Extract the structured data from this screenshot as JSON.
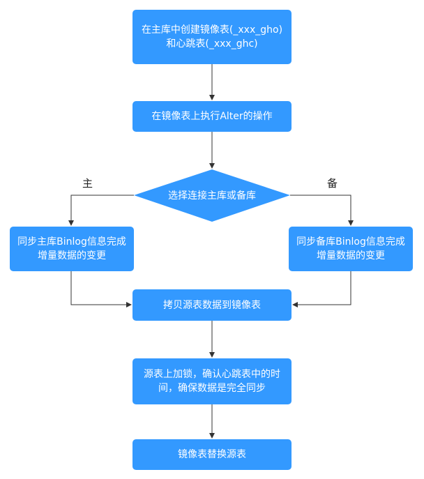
{
  "nodes": {
    "create": "在主库中创建镜像表(_xxx_gho)和心跳表(_xxx_ghc)",
    "alter": "在镜像表上执行Alter的操作",
    "choose": "选择连接主库或备库",
    "sync_primary": "同步主库Binlog信息完成增量数据的变更",
    "sync_standby": "同步备库Binlog信息完成增量数据的变更",
    "copy": "拷贝源表数据到镜像表",
    "lock": "源表上加锁，确认心跳表中的时间，确保数据是完全同步",
    "replace": "镜像表替换源表"
  },
  "labels": {
    "primary": "主",
    "standby": "备"
  },
  "colors": {
    "node_fill": "#3399ff",
    "arrow": "#333333"
  }
}
